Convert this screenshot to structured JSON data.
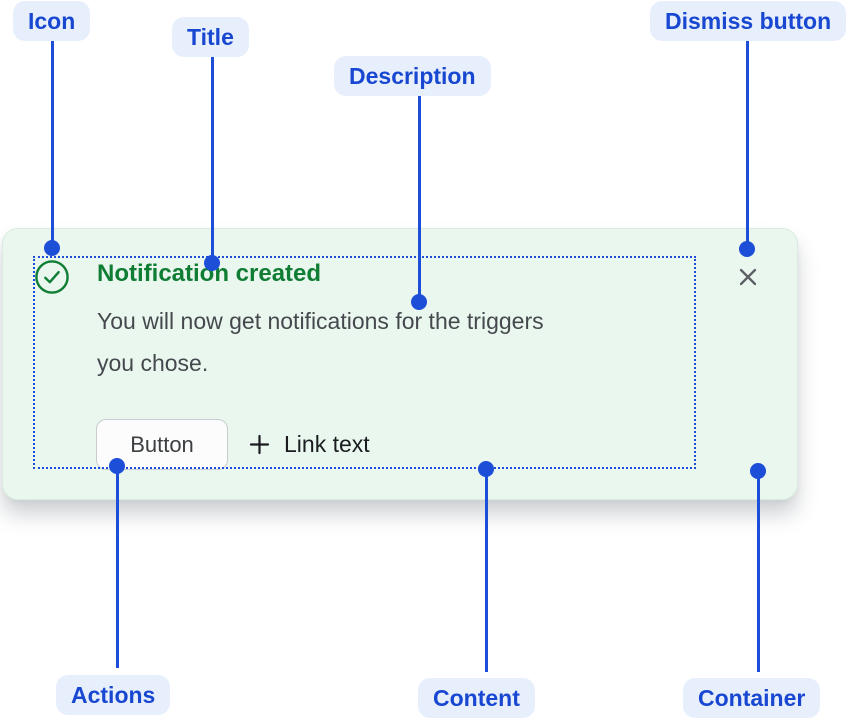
{
  "callouts": {
    "icon": {
      "label": "Icon"
    },
    "title": {
      "label": "Title"
    },
    "description": {
      "label": "Description"
    },
    "dismiss_button": {
      "label": "Dismiss button"
    },
    "actions": {
      "label": "Actions"
    },
    "content": {
      "label": "Content"
    },
    "container": {
      "label": "Container"
    }
  },
  "notification": {
    "title": "Notification created",
    "description_lines": [
      "You will now get notifications for the triggers",
      "you chose."
    ],
    "actions": {
      "button_label": "Button",
      "link_label": "Link text"
    },
    "icons": {
      "status": "check-circle-icon",
      "link_prefix": "plus-icon",
      "dismiss": "close-icon"
    }
  },
  "colors": {
    "callout_blue": "#1d4ed8",
    "callout_pill_bg": "#e8effc",
    "callout_pill_text": "#1847d1",
    "success_green": "#0f7d33",
    "card_bg": "#eaf7ef",
    "card_border": "#d9ecdd",
    "description_text": "#45494e",
    "dismiss_gray": "#5c6066"
  }
}
